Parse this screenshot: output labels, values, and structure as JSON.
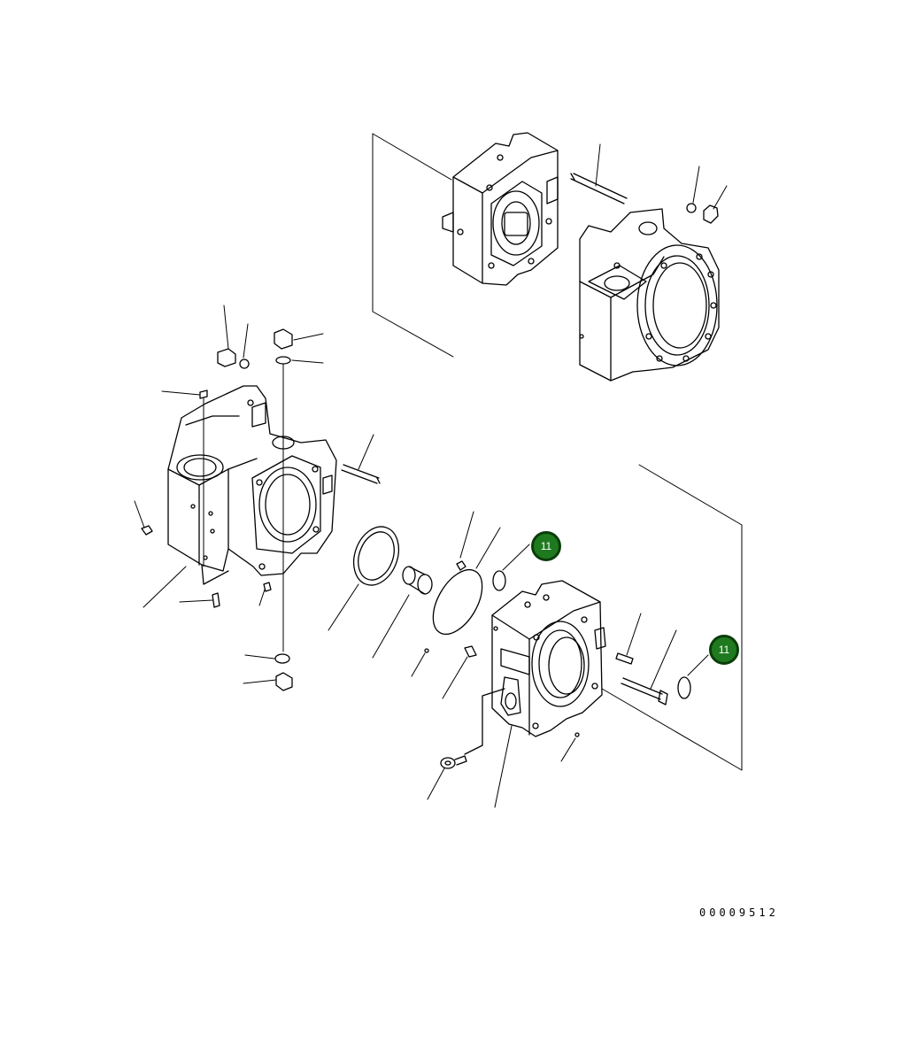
{
  "callouts": [
    {
      "id": "callout-upper",
      "label": "11",
      "color": "#1f7a1f",
      "border": "#0b3d0b"
    },
    {
      "id": "callout-lower",
      "label": "11",
      "color": "#1f7a1f",
      "border": "#0b3d0b"
    }
  ],
  "diagram_code": "00009512",
  "colors": {
    "line": "#000000",
    "background": "#ffffff"
  }
}
